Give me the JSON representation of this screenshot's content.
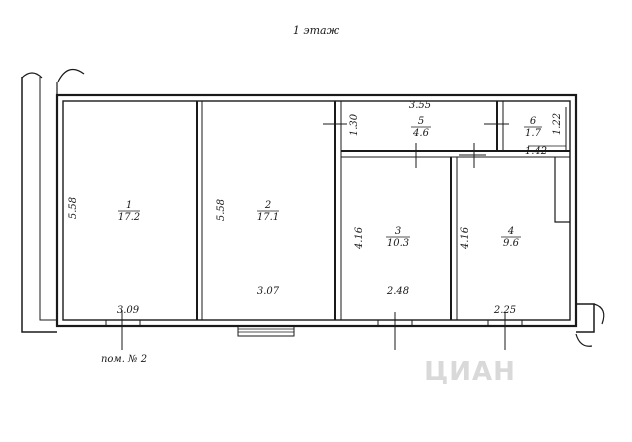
{
  "title": "1 этаж",
  "caption": "пом. № 2",
  "watermark": "ЦИАН",
  "rooms": [
    {
      "id": "1",
      "number": "1",
      "area": "17.2"
    },
    {
      "id": "2",
      "number": "2",
      "area": "17.1"
    },
    {
      "id": "3",
      "number": "3",
      "area": "10.3"
    },
    {
      "id": "4",
      "number": "4",
      "area": "9.6"
    },
    {
      "id": "5",
      "number": "5",
      "area": "4.6"
    },
    {
      "id": "6",
      "number": "6",
      "area": "1.7"
    }
  ],
  "dimensions": {
    "room1_height": "5.58",
    "room1_width": "3.09",
    "room2_height": "5.58",
    "room2_width": "3.07",
    "room3_height": "4.16",
    "room3_width": "2.48",
    "room4_height": "4.16",
    "room4_width": "2.25",
    "room5_width": "3.55",
    "room5_height": "1.30",
    "room6_width": "1.42",
    "room6_height": "1.22"
  },
  "colors": {
    "ink": "#1a1a1a",
    "watermark": "#d9d9d9"
  }
}
